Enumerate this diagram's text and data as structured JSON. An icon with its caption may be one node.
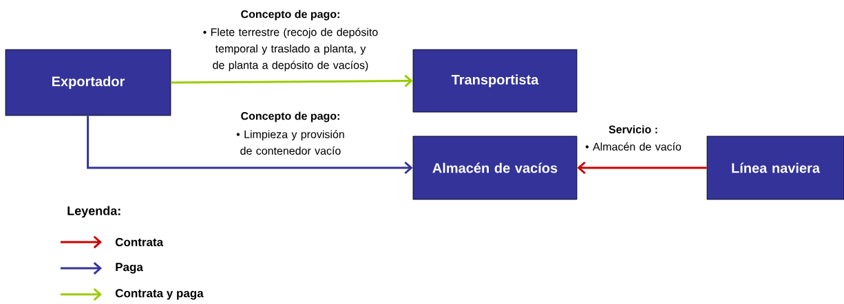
{
  "diagram": {
    "nodes": [
      {
        "text": [
          "Exportador"
        ]
      },
      {
        "text": [
          "Transportista"
        ]
      },
      {
        "text": [
          "Almacén de vacíos"
        ]
      },
      {
        "text": [
          "Línea naviera"
        ]
      }
    ],
    "edges": [
      {
        "from": 0,
        "to": 1,
        "arrow": "to",
        "color": "#99cc00",
        "label": "• Flete terrestre (recojo de depósito temporal y traslado a planta, y de planta a depósito de vacíos)"
      },
      {
        "from": 0,
        "to": 2,
        "arrow": "to",
        "color": "#333399",
        "label": "• Limpieza y provisión de contenedor vacío"
      },
      {
        "from": 3,
        "to": 2,
        "arrow": "to",
        "color": "#cc0000",
        "label": "• Almacén de vacío"
      }
    ],
    "labels": [
      "Concepto de pago:",
      "Concepto de pago:",
      "Servicio :",
      "Leyenda:"
    ],
    "legend": [
      {
        "text": "Contrata"
      },
      {
        "text": "Paga"
      },
      {
        "text": "Contrata y paga"
      }
    ]
  }
}
